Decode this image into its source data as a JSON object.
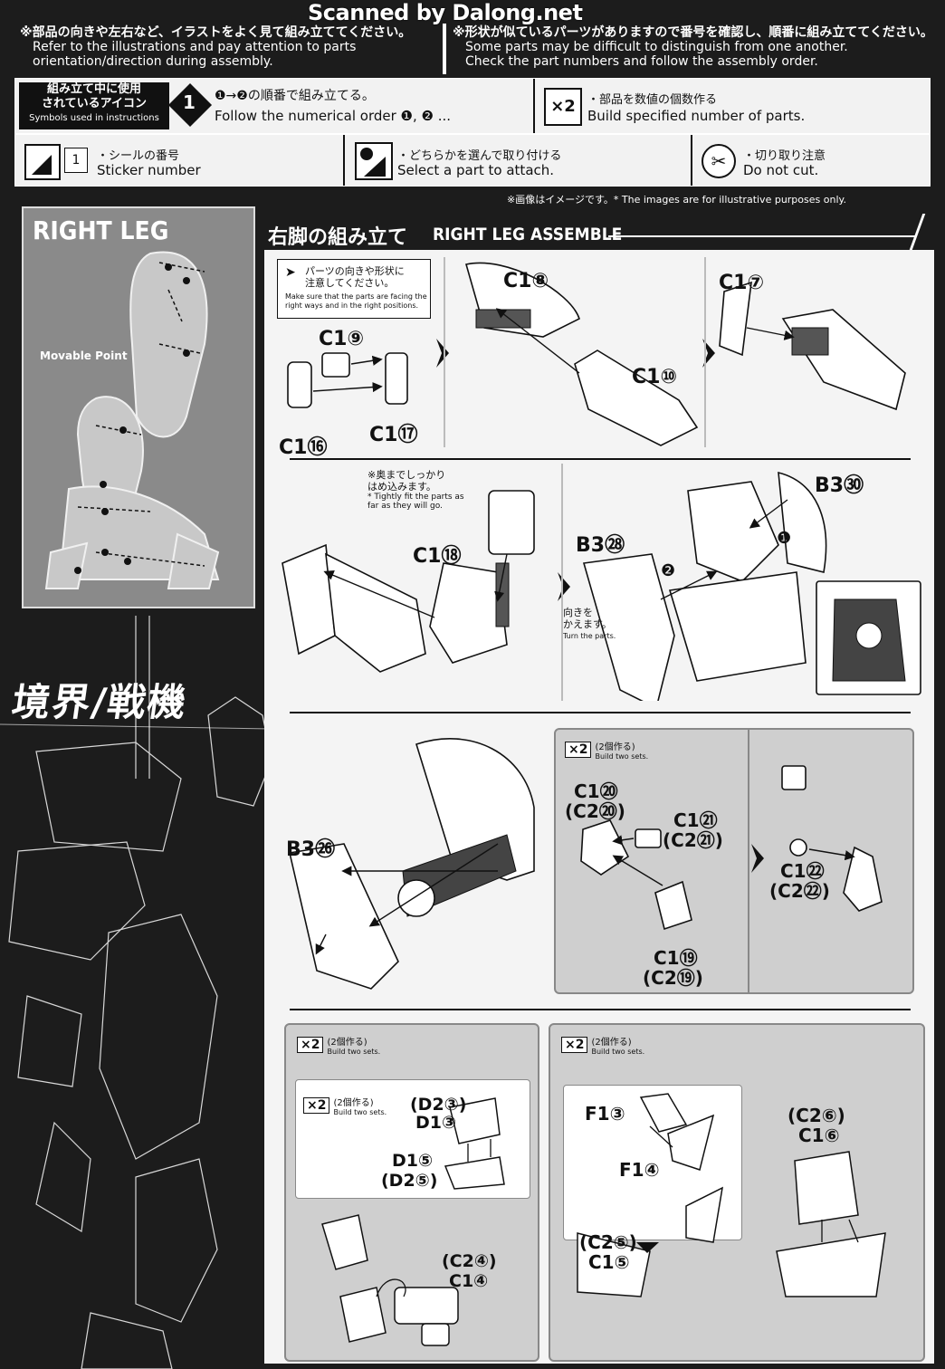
{
  "watermark": "Scanned by Dalong.net",
  "notes": {
    "left_jp": "※部品の向きや左右など、イラストをよく見て組み立ててください。",
    "left_en1": "Refer to the illustrations and pay attention to parts",
    "left_en2": "orientation/direction during assembly.",
    "right_jp": "※形状が似ているパーツがありますので番号を確認し、順番に組み立ててください。",
    "right_en1": "Some parts may be difficult to distinguish from one another.",
    "right_en2": "Check the part numbers and follow the assembly order."
  },
  "icons_header": {
    "title_jp1": "組み立て中に使用",
    "title_jp2": "されているアイコン",
    "title_en": "Symbols used in instructions",
    "order_icon": "❶",
    "order_jp": "❶→❷の順番で組み立てる。",
    "order_en": "Follow the numerical order ❶, ❷ ...",
    "times_icon": "×2",
    "times_jp": "・部品を数値の個数作る",
    "times_en": "Build specified number of parts.",
    "sticker_num": "1",
    "sticker_jp": "・シールの番号",
    "sticker_en": "Sticker number",
    "select_jp": "・どちらかを選んで取り付ける",
    "select_en": "Select a part to attach.",
    "nocut_jp": "・切り取り注意",
    "nocut_en": "Do not cut."
  },
  "image_note": "※画像はイメージです。* The images are for illustrative purposes only.",
  "left_panel": {
    "title": "RIGHT LEG",
    "movable": "Movable Point",
    "logo": "境界/戦機"
  },
  "section_title": {
    "jp": "右脚の組み立て",
    "en": "RIGHT LEG ASSEMBLE"
  },
  "step1": {
    "caution_jp1": "パーツの向きや形状に",
    "caution_jp2": "注意してください。",
    "caution_en1": "Make sure that the parts are facing the",
    "caution_en2": "right ways and in the right positions.",
    "parts": [
      "C1⑨",
      "C1⑯",
      "C1⑰",
      "C1⑧",
      "C1⑩",
      "C1⑦"
    ]
  },
  "step2": {
    "tight_jp1": "※奥までしっかり",
    "tight_jp2": "はめ込みます。",
    "tight_en1": "* Tightly fit the parts as",
    "tight_en2": "far as they will go.",
    "parts": [
      "C1⑱",
      "B3㉘",
      "B3㉚"
    ],
    "turn_jp1": "向きを",
    "turn_jp2": "かえます。",
    "turn_en": "Turn the parts.",
    "step_marks": [
      "❶",
      "❷"
    ]
  },
  "step3": {
    "parts": [
      "B3㉖"
    ],
    "sets_x": "×2",
    "sets_jp": "(2個作る)",
    "sets_en": "Build two sets.",
    "sub_parts": [
      "C1⑳",
      "(C2⑳)",
      "C1㉑",
      "(C2㉑)",
      "C1⑲",
      "(C2⑲)",
      "C1㉒",
      "(C2㉒)"
    ]
  },
  "step4": {
    "sets_x": "×2",
    "sets_jp": "(2個作る)",
    "sets_en": "Build two sets.",
    "left_parts": [
      "(D2③)",
      "D1③",
      "D1⑤",
      "(D2⑤)",
      "(C2④)",
      "C1④"
    ],
    "right_parts": [
      "F1③",
      "F1④",
      "(C2⑥)",
      "C1⑥",
      "(C2⑤)",
      "C1⑤"
    ]
  }
}
